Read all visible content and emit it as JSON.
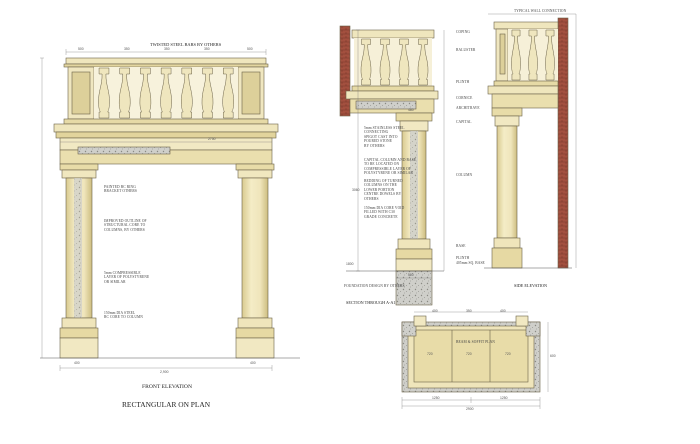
{
  "front": {
    "title": "FRONT ELEVATION",
    "subtitle": "RECTANGULAR ON PLAN",
    "top_label": "TWISTED STEEL BARS BY OTHERS",
    "labels": [
      "PAINTED BC RING\nBRACKET OTHERS",
      "IMPROVED OUTLINE OF\nSTRUCTURAL CORE TO\nCOLUMNS, BY OTHERS",
      "5mm COMPRESSIBLE\nLAYER OF POLYSTYRENE\nOR SIMILAR",
      "150mm DIA STEEL\nRC CORE TO COLUMN"
    ],
    "dims": {
      "overall": "2,900",
      "beam_span": "2750",
      "col_left": "400",
      "col_right": "400",
      "bays": [
        "500",
        "350",
        "350",
        "350",
        "500"
      ]
    }
  },
  "section": {
    "title": "SECTION THROUGH A-A1",
    "labels": {
      "coping": "COPING",
      "baluster": "BALUSTER",
      "plinth": "PLINTH",
      "cornice": "CORNICE",
      "architrave": "ARCHITRAVE",
      "capital": "CAPITAL",
      "column": "COLUMN",
      "base": "BASE",
      "plinth2": "PLINTH",
      "base_size": "405mm SQ. BASE",
      "wall": "TYPICAL WALL CONNECTION",
      "foundation": "FOUNDATION DESIGN BY OTHERS"
    },
    "notes": [
      "5mm STAINLESS STEEL\nCONNECTING\nSPIGOT CAST INTO\nPOURED STONE\nBY OTHERS",
      "CAPITAL COLUMN AND BASE\nTO BE LOCATED ON\nCOMPRESSIBLE LAYER OF\nPOLYSTYRENE OR SIMILAR",
      "BEDDING OF TURNED\nCOLUMNS ON THE\nLOWER PORTION\nCENTRE DOWELS BY\nOTHERS",
      "150mm DIA CORE VOID\nFILLED WITH C30\nGRADE CONCRETE"
    ],
    "dims": {
      "height": "3060",
      "foot": "1800",
      "base_w": "500",
      "cap_w": "480"
    }
  },
  "side": {
    "title": "SIDE ELEVATION"
  },
  "plan": {
    "label": "BEAM & SOFFIT PLAN",
    "dims": {
      "overall": "2900",
      "bays": [
        "720",
        "720",
        "720"
      ],
      "halves": [
        "1250",
        "1250"
      ],
      "depth": "600",
      "tops": [
        "400",
        "350",
        "400"
      ]
    }
  },
  "colors": {
    "stone": "#ede3b4",
    "stone_light": "#f5edc8",
    "stone_shade": "#d8c98e",
    "outline": "#6b6248",
    "concrete": "#c9c9c4",
    "brick": "#9b4a3c",
    "dim_line": "#777777"
  }
}
